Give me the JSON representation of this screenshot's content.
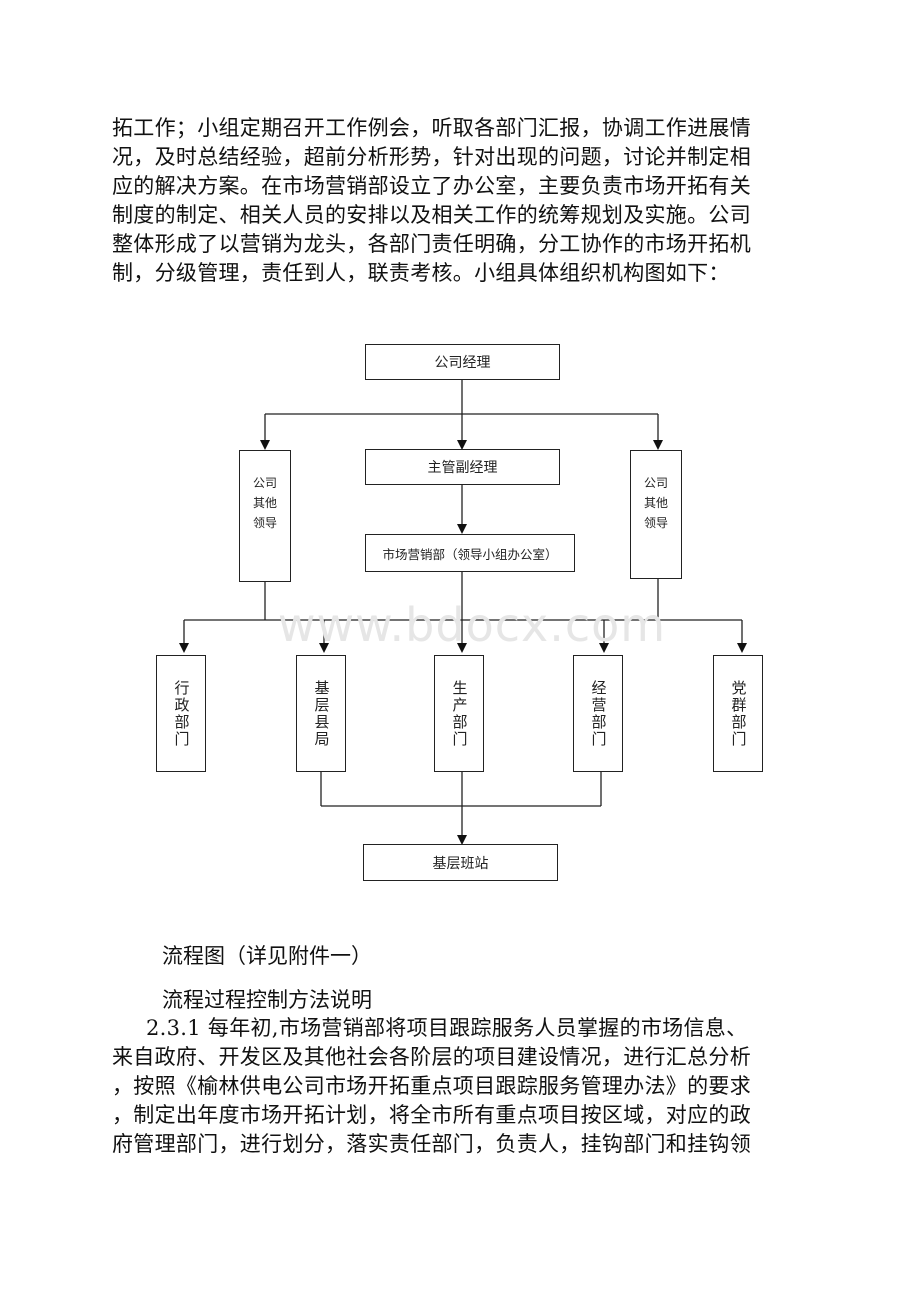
{
  "para_top": {
    "lines": [
      "拓工作；小组定期召开工作例会，听取各部门汇报，协调工作进展情",
      "况，及时总结经验，超前分析形势，针对出现的问题，讨论并制定相",
      "应的解决方案。在市场营销部设立了办公室，主要负责市场开拓有关",
      "制度的制定、相关人员的安排以及相关工作的统筹规划及实施。公司",
      "整体形成了以营销为龙头，各部门责任明确，分工协作的市场开拓机",
      "制，分级管理，责任到人，联责考核。小组具体组织机构图如下："
    ]
  },
  "org_chart": {
    "manager": "公司经理",
    "deputy_manager": "主管副经理",
    "marketing_office": "市场营销部（领导小组办公室）",
    "other_leader_left": "公司\n其他\n领导",
    "other_leader_right": "公司\n其他\n领导",
    "departments": [
      "行政部门",
      "基层县局",
      "生产部门",
      "经营部门",
      "党群部门"
    ],
    "base_station": "基层班站"
  },
  "watermark": "www.bdocx.com",
  "captions": {
    "flow_chart": "流程图（详见附件一）",
    "method": "流程过程控制方法说明"
  },
  "para_bottom": {
    "lines": [
      "2.3.1 每年初,市场营销部将项目跟踪服务人员掌握的市场信息、",
      "来自政府、开发区及其他社会各阶层的项目建设情况，进行汇总分析",
      "，按照《榆林供电公司市场开拓重点项目跟踪服务管理办法》的要求",
      "，制定出年度市场开拓计划，将全市所有重点项目按区域，对应的政",
      "府管理部门，进行划分，落实责任部门，负责人，挂钩部门和挂钩领"
    ]
  }
}
